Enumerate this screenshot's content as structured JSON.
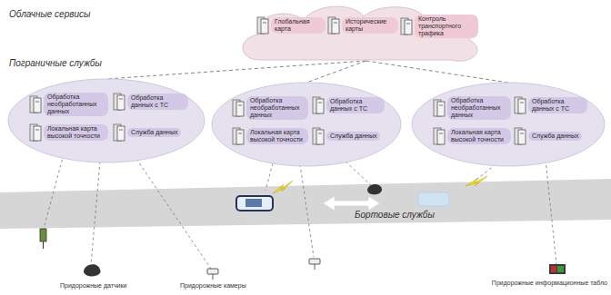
{
  "diagram": {
    "nodes": [
      {
        "text": []
      },
      {
        "text": [
          "Глобальная карта"
        ],
        "in": 0
      },
      {
        "text": [
          "Исторические карты"
        ],
        "in": 0
      },
      {
        "text": [
          "Контроль транспортного трафика"
        ],
        "in": 0
      },
      {
        "text": []
      },
      {
        "text": [
          "Обработка необработанных данных"
        ],
        "in": 4
      },
      {
        "text": [
          "Обработка данных с ТС"
        ],
        "in": 4
      },
      {
        "text": [
          "Локальная карта высокой точности"
        ],
        "in": 4
      },
      {
        "text": [
          "Служба данных"
        ],
        "in": 4
      },
      {
        "text": []
      },
      {
        "text": [
          "Обработка необработанных данных"
        ],
        "in": 9
      },
      {
        "text": [
          "Обработка данных с ТС"
        ],
        "in": 9
      },
      {
        "text": [
          "Локальная карта высокой точности"
        ],
        "in": 9
      },
      {
        "text": [
          "Служба данных"
        ],
        "in": 9
      },
      {
        "text": []
      },
      {
        "text": [
          "Обработка необработанных данных"
        ],
        "in": 14
      },
      {
        "text": [
          "Обработка данных с ТС"
        ],
        "in": 14
      },
      {
        "text": [
          "Локальная карта высокой точности"
        ],
        "in": 14
      },
      {
        "text": [
          "Служба данных"
        ],
        "in": 14
      }
    ],
    "edges": [
      {
        "from": 0,
        "to": 4,
        "arrow": "none"
      },
      {
        "from": 0,
        "to": 9,
        "arrow": "none"
      },
      {
        "from": 0,
        "to": 14,
        "arrow": "none"
      }
    ],
    "labels": [
      "Облачные сервисы",
      "Пограничные службы",
      "Бортовые службы",
      "Придорожные датчики",
      "Придорожные камеры",
      "Придорожные информационные табло"
    ]
  }
}
